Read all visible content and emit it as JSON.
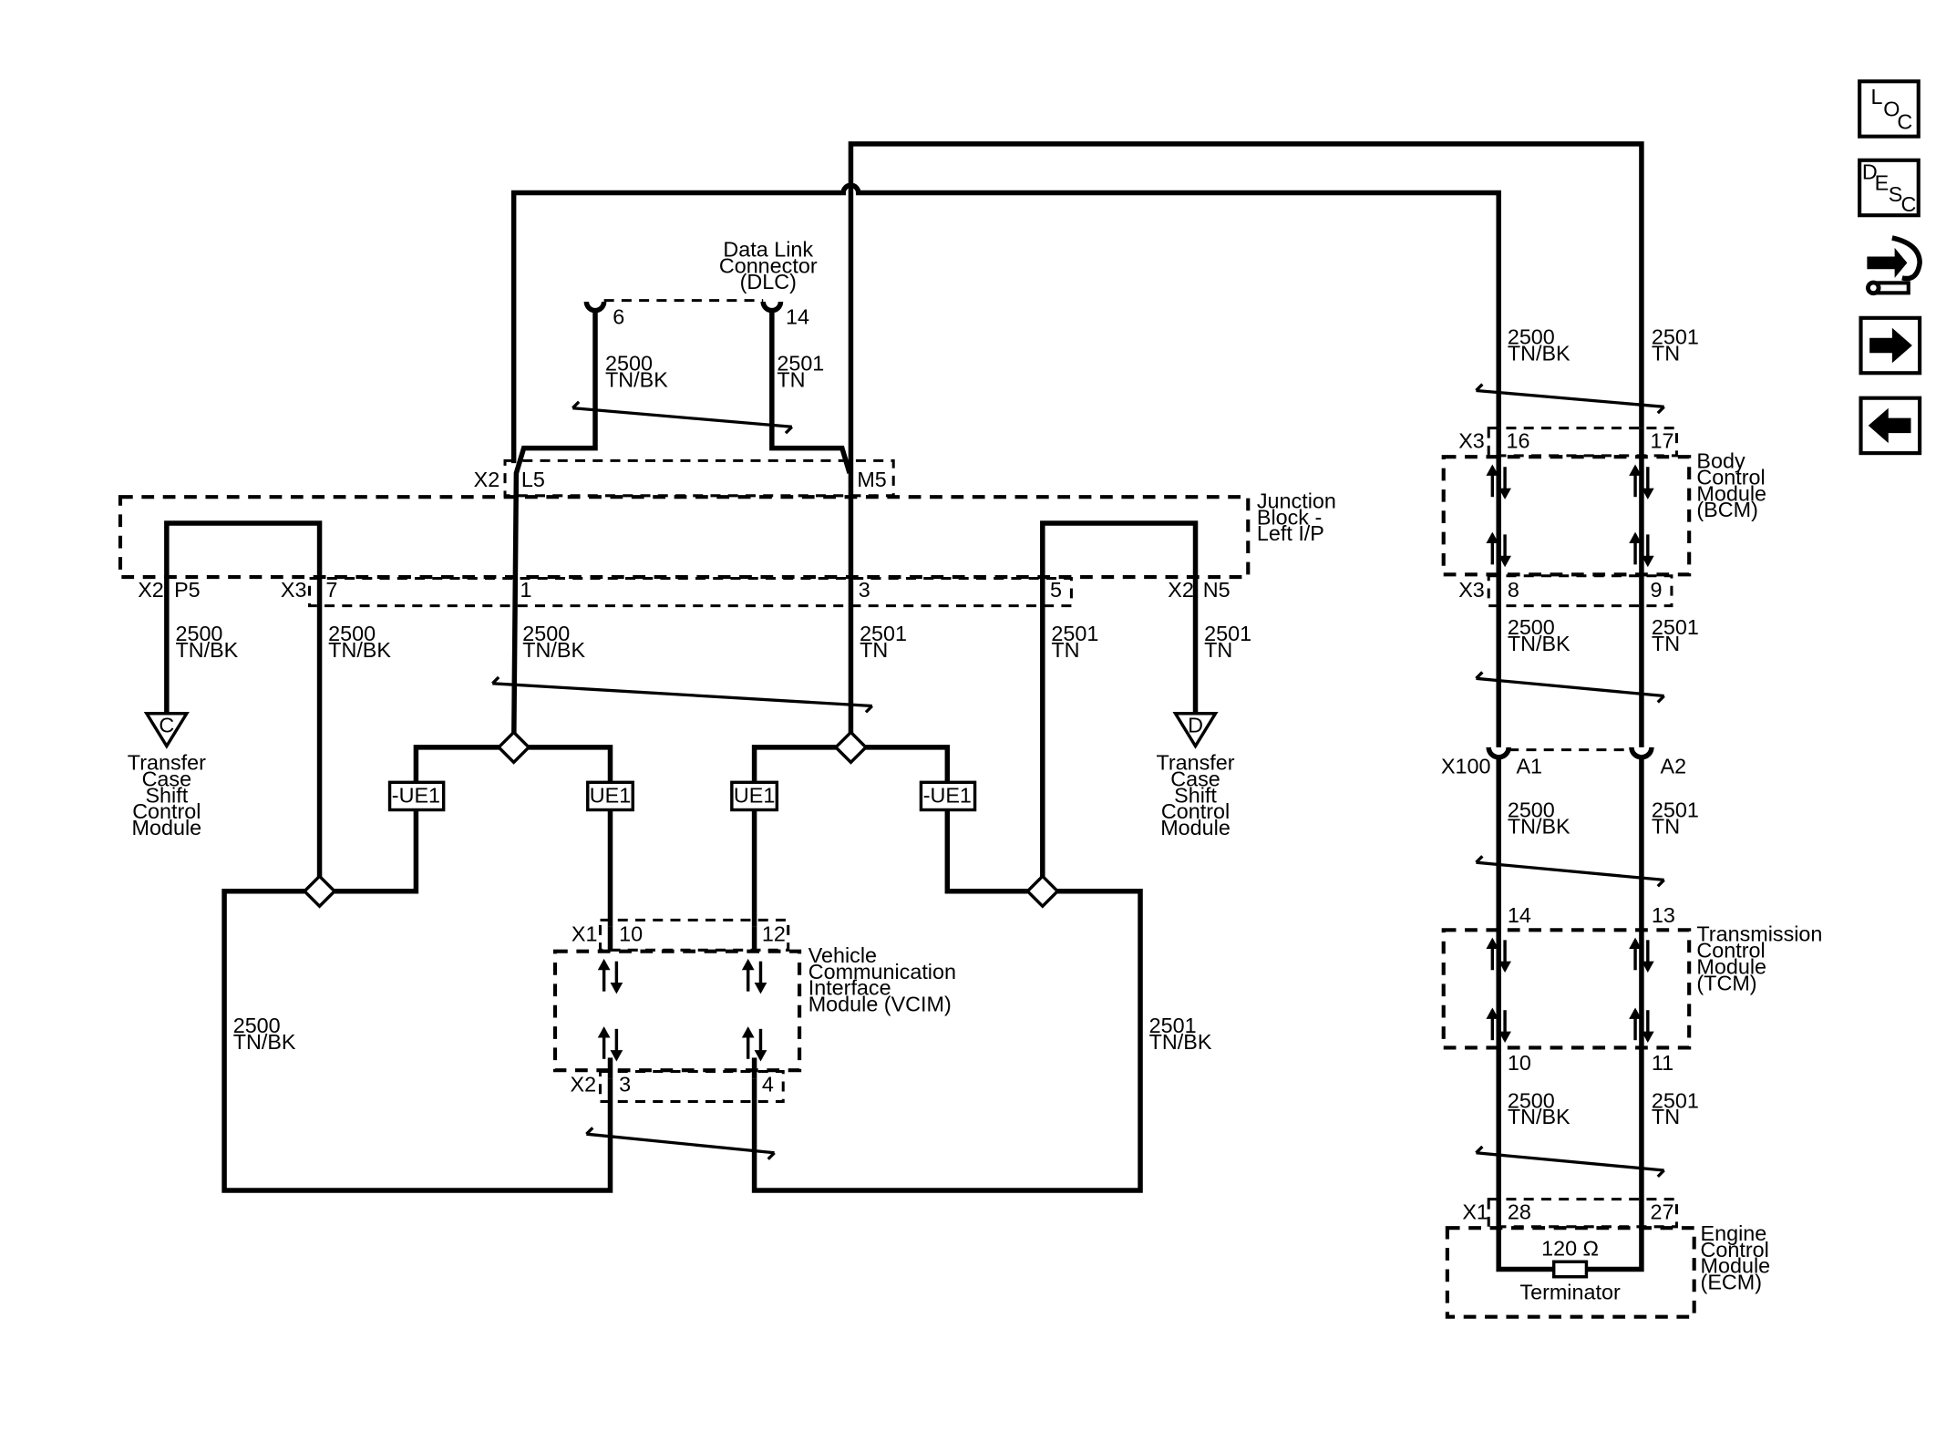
{
  "nav": {
    "loc": "LOC",
    "desc": "DESC"
  },
  "dlc": {
    "line1": "Data Link",
    "line2": "Connector",
    "line3": "(DLC)",
    "pin_a": "6",
    "pin_b": "14"
  },
  "jb": {
    "line1": "Junction",
    "line2": "Block -",
    "line3": "Left I/P",
    "x2": "X2",
    "l5": "L5",
    "m5": "M5",
    "x2b": "X2",
    "p5": "P5",
    "x3": "X3",
    "p7": "7",
    "p1": "1",
    "p3": "3",
    "p5n": "5",
    "x2c": "X2",
    "n5": "N5"
  },
  "wires": {
    "w2500": "2500",
    "w2501": "2501",
    "tnbk": "TN/BK",
    "tn": "TN"
  },
  "tcscm": {
    "line1": "Transfer",
    "line2": "Case",
    "line3": "Shift",
    "line4": "Control",
    "line5": "Module",
    "c": "C",
    "d": "D"
  },
  "ue": {
    "neg": "-UE1",
    "pos": "UE1"
  },
  "vcim": {
    "line1": "Vehicle",
    "line2": "Communication",
    "line3": "Interface",
    "line4": "Module (VCIM)",
    "x1": "X1",
    "p10": "10",
    "p12": "12",
    "x2": "X2",
    "p3": "3",
    "p4": "4"
  },
  "bcm": {
    "line1": "Body",
    "line2": "Control",
    "line3": "Module",
    "line4": "(BCM)",
    "x3a": "X3",
    "p16": "16",
    "p17": "17",
    "x3b": "X3",
    "p8": "8",
    "p9": "9"
  },
  "x100": {
    "label": "X100",
    "a1": "A1",
    "a2": "A2"
  },
  "tcm": {
    "line1": "Transmission",
    "line2": "Control",
    "line3": "Module",
    "line4": "(TCM)",
    "p14": "14",
    "p13": "13",
    "p10": "10",
    "p11": "11"
  },
  "ecm": {
    "line1": "Engine",
    "line2": "Control",
    "line3": "Module",
    "line4": "(ECM)",
    "x1": "X1",
    "p28": "28",
    "p27": "27",
    "ohm": "120 Ω",
    "term": "Terminator"
  }
}
